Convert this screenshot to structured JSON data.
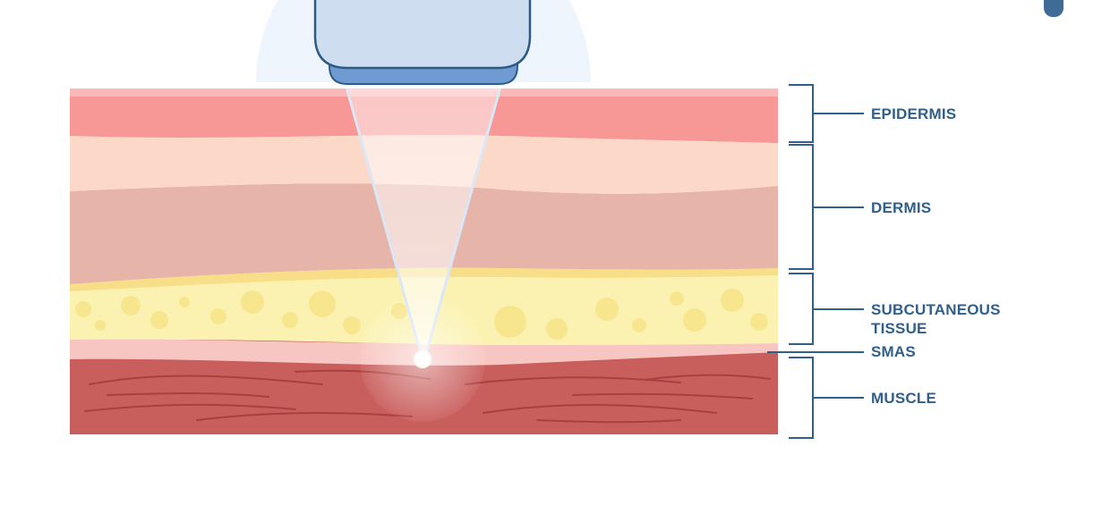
{
  "layers": [
    {
      "id": "epidermis",
      "lines": [
        "EPIDERMIS"
      ]
    },
    {
      "id": "dermis",
      "lines": [
        "DERMIS"
      ]
    },
    {
      "id": "subcutaneous",
      "lines": [
        "SUBCUTANEOUS",
        "TISSUE"
      ]
    },
    {
      "id": "smas",
      "lines": [
        "SMAS"
      ]
    },
    {
      "id": "muscle",
      "lines": [
        "MUSCLE"
      ]
    }
  ],
  "colors": {
    "label": "#2f5f8a",
    "epidermis_top": "#f9b9b8",
    "epidermis": "#f79796",
    "dermis_upper": "#fcd8c9",
    "dermis_lower": "#e6b4a8",
    "subcutaneous": "#fbf2b2",
    "fat_globule": "#f7e68e",
    "smas": "#f8c6c2",
    "muscle": "#c95f5d",
    "muscle_fiber": "#a9403f",
    "device_body": "#cfddf0",
    "device_tip": "#6f9bd2",
    "device_outline": "#2d5b88",
    "beam": "#e8eef8"
  }
}
